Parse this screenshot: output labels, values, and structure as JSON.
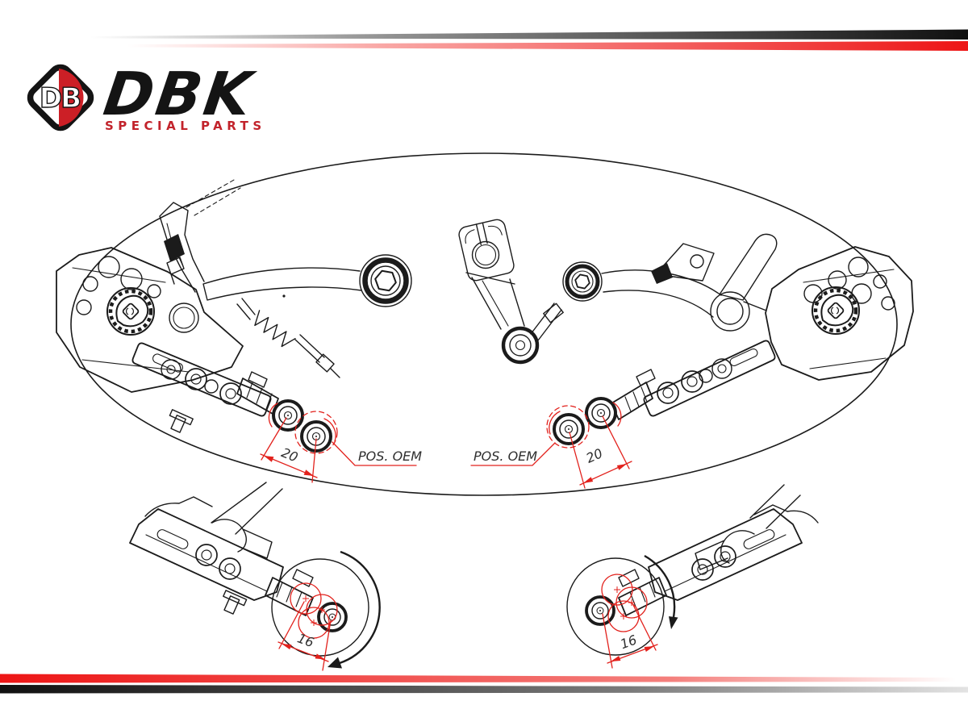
{
  "branding": {
    "monogram": "DB",
    "name": "DBK",
    "tagline": "SPECIAL PARTS"
  },
  "colors": {
    "line": "#1b1b1b",
    "accent_red": "#e2211c",
    "stripe_red": "#ed1515",
    "stripe_black": "#111111",
    "tagline_red": "#c2232b",
    "annotation_text": "#2e2e2e",
    "background": "#ffffff"
  },
  "icons": {
    "logo_mark": "dbk-diamond-icon",
    "knob_mark": "dbk-diamond-icon",
    "rotation_arrow": "curved-arrow-icon"
  },
  "diagram": {
    "overview": {
      "left_rearset": {
        "dimension_label": "20",
        "oem_label": "POS. OEM"
      },
      "right_rearset": {
        "dimension_label": "20",
        "oem_label": "POS. OEM"
      }
    },
    "left_detail": {
      "dimension_label": "16"
    },
    "right_detail": {
      "dimension_label": "16"
    }
  }
}
